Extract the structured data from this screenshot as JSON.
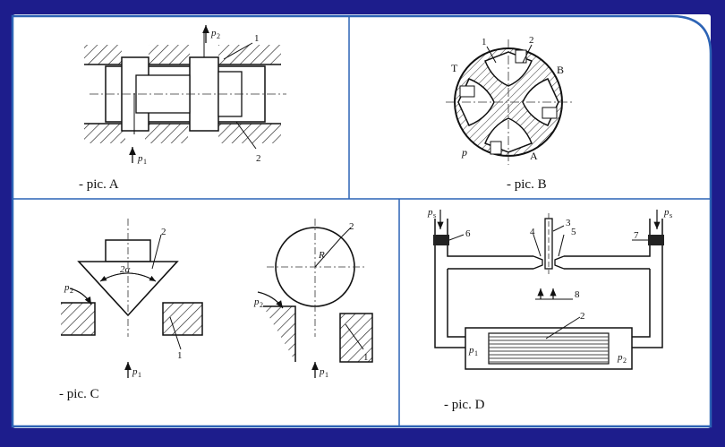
{
  "panels": {
    "a": {
      "caption": "- pic. A",
      "labels": {
        "p2": "p",
        "p2_sub": "2",
        "p1": "p",
        "p1_sub": "1",
        "n1": "1",
        "n2": "2"
      }
    },
    "b": {
      "caption": "- pic. B",
      "labels": {
        "n1": "1",
        "n2": "2",
        "T": "T",
        "B": "B",
        "p": "p",
        "A": "A"
      }
    },
    "c": {
      "caption": "- pic. C",
      "labels": {
        "n2a": "2",
        "alpha": "2α",
        "p2a": "p",
        "p2a_sub": "2",
        "n1a": "1",
        "p1a": "p",
        "p1a_sub": "1",
        "n2b": "2",
        "R": "R",
        "p2b": "p",
        "p2b_sub": "2",
        "n1b": "1",
        "p1b": "p",
        "p1b_sub": "1"
      }
    },
    "d": {
      "caption": "- pic. D",
      "labels": {
        "psl": "p",
        "psl_sub": "s",
        "psr": "p",
        "psr_sub": "s",
        "n6": "6",
        "n4": "4",
        "n3": "3",
        "n5": "5",
        "n7": "7",
        "n8": "8",
        "n2": "2",
        "p1": "p",
        "p1_sub": "1",
        "p2": "p",
        "p2_sub": "2"
      }
    }
  }
}
